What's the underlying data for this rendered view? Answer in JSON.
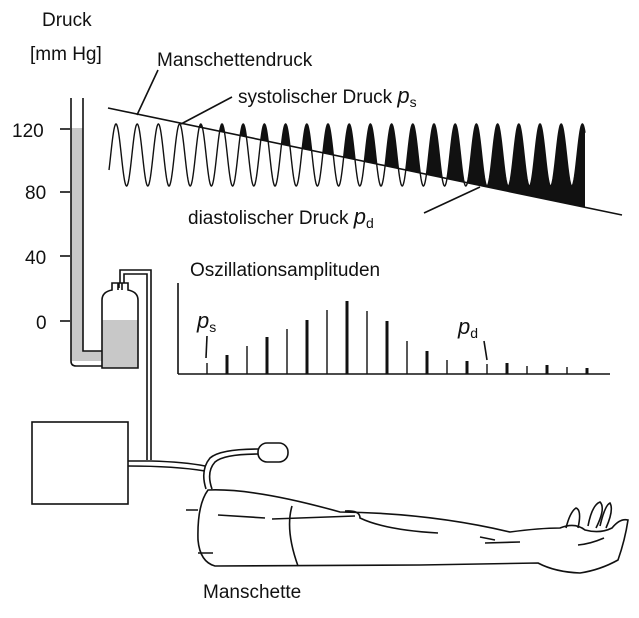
{
  "y_axis": {
    "title": "Druck",
    "unit": "[mm Hg]",
    "ticks": [
      "120",
      "80",
      "40",
      "0"
    ]
  },
  "labels": {
    "cuff_pressure": "Manschettendruck",
    "systolic": "systolischer Druck ",
    "diastolic": "diastolischer Druck ",
    "p": "p",
    "sub_s": "s",
    "sub_d": "d",
    "oscillation": "Oszillationsamplituden",
    "cuff": "Manschette"
  },
  "oscillation_amplitudes": [
    11,
    19,
    28,
    37,
    45,
    54,
    64,
    73,
    63,
    53,
    33,
    23,
    14,
    13,
    10,
    11,
    8,
    9,
    7,
    6
  ],
  "systolic_index": 0,
  "diastolic_index": 14,
  "colors": {
    "ink": "#111111",
    "mercury": "#c8c8c8"
  }
}
